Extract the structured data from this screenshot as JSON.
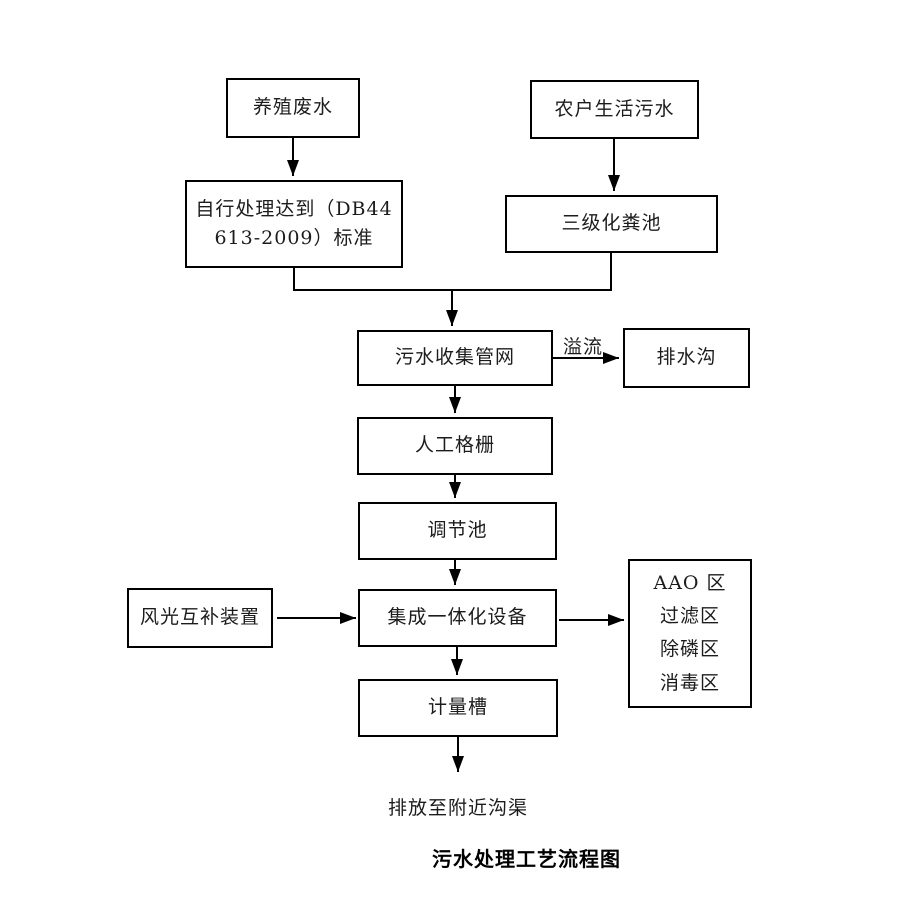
{
  "diagram": {
    "title": "污水处理工艺流程图",
    "nodes": {
      "breeding_wastewater": "养殖废水",
      "household_sewage": "农户生活污水",
      "self_treatment_line1": "自行处理达到（DB44",
      "self_treatment_line2": "613-2009）标准",
      "septic_tank": "三级化粪池",
      "collection_network": "污水收集管网",
      "drainage_ditch": "排水沟",
      "manual_grille": "人工格栅",
      "regulating_tank": "调节池",
      "wind_solar_device": "风光互补装置",
      "integrated_equipment": "集成一体化设备",
      "zone_aao": "AAO 区",
      "zone_filter": "过滤区",
      "zone_phosphorus": "除磷区",
      "zone_disinfection": "消毒区",
      "measuring_tank": "计量槽",
      "discharge_note": "排放至附近沟渠"
    },
    "labels": {
      "overflow": "溢流"
    },
    "colors": {
      "line": "#000000",
      "box_border": "#000000",
      "box_fill": "#ffffff",
      "text": "#1c1c1c"
    }
  }
}
